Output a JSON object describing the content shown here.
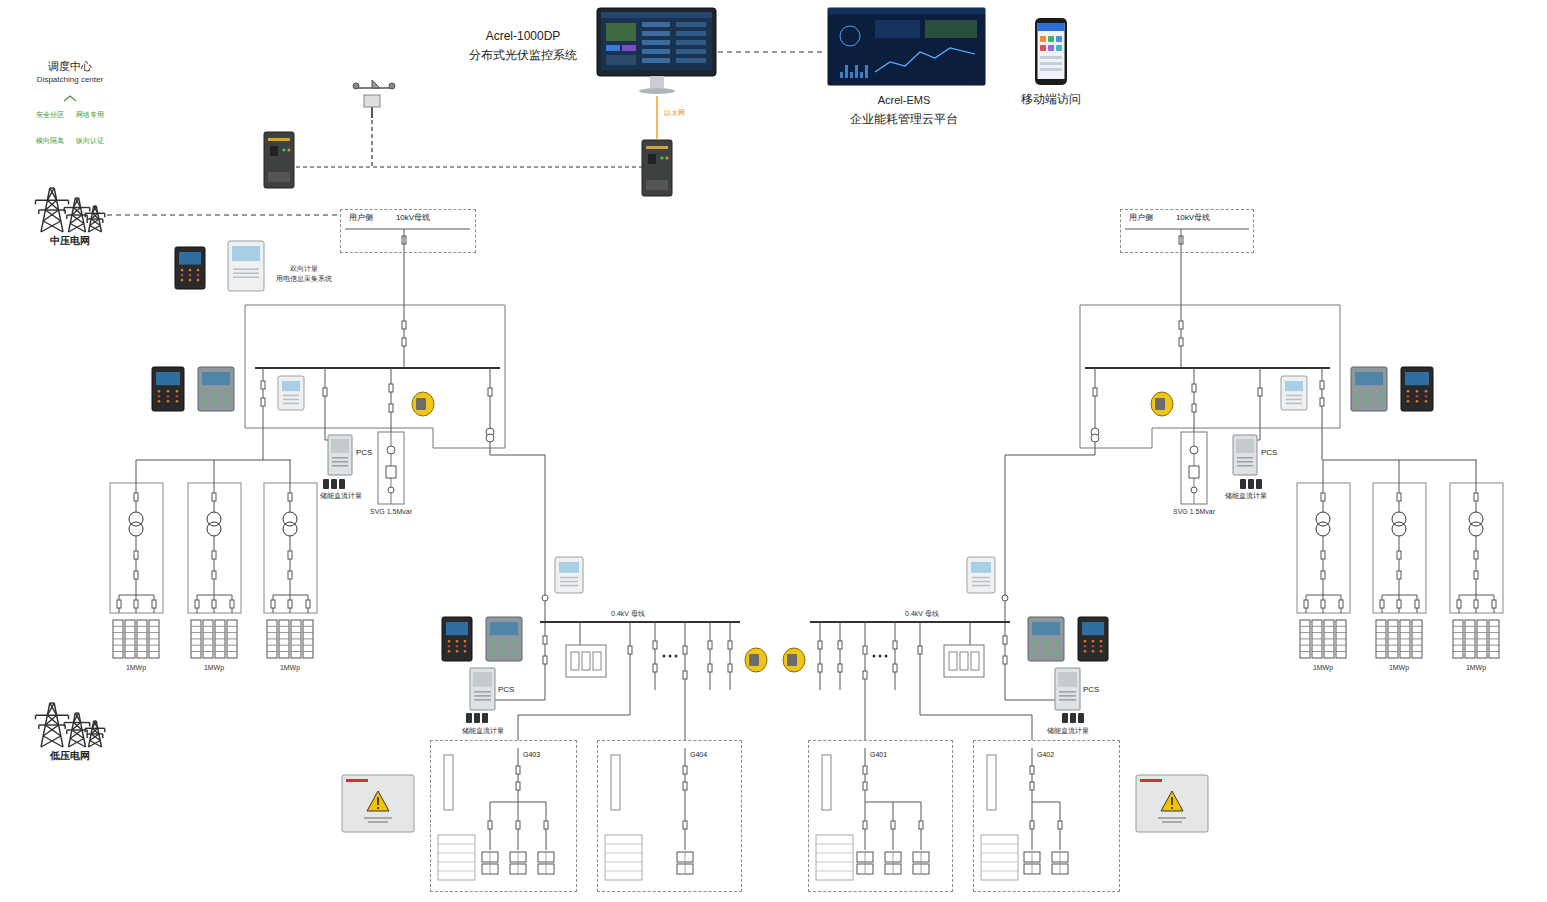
{
  "diagram": {
    "nodes": [
      {
        "text": [
          "调度中心",
          "Dispatching center"
        ]
      },
      {
        "text": [
          "Acrel-1000DP",
          "分布式光伏监控系统"
        ]
      },
      {
        "text": [
          "Acrel-EMS",
          "企业能耗管理云平台"
        ]
      },
      {
        "text": [
          "移动端访问"
        ]
      },
      {
        "text": [
          "中压电网"
        ]
      },
      {
        "text": [
          "用户侧",
          "10kV母线"
        ]
      },
      {
        "text": [
          "用户侧",
          "10kV母线"
        ]
      },
      {
        "text": [
          "PCS",
          "储能直流计量"
        ]
      },
      {
        "text": [
          "PCS",
          "储能直流计量"
        ]
      },
      {
        "text": [
          "PCS",
          "储能直流计量"
        ]
      },
      {
        "text": [
          "PCS",
          "储能直流计量"
        ]
      },
      {
        "text": [
          "低压电网"
        ]
      },
      {
        "text": [
          "G403"
        ]
      },
      {
        "text": [
          "G404"
        ]
      },
      {
        "text": [
          "G401"
        ]
      },
      {
        "text": [
          "G402"
        ]
      }
    ],
    "edges": [
      {
        "from": 1,
        "to": 2,
        "arrow": "none"
      },
      {
        "from": 4,
        "to": 5,
        "arrow": "none"
      }
    ],
    "labels": [
      "安全分区",
      "网络专用",
      "横向隔离",
      "纵向认证",
      "以太网",
      "双向计量",
      "用电信息采集系统",
      "SVG 1.5Mvar",
      "SVG 1.5Mvar",
      "0.4kV 母线",
      "0.4kV 母线",
      "1MWp",
      "1MWp",
      "1MWp",
      "1MWp",
      "1MWp",
      "1MWp"
    ]
  }
}
